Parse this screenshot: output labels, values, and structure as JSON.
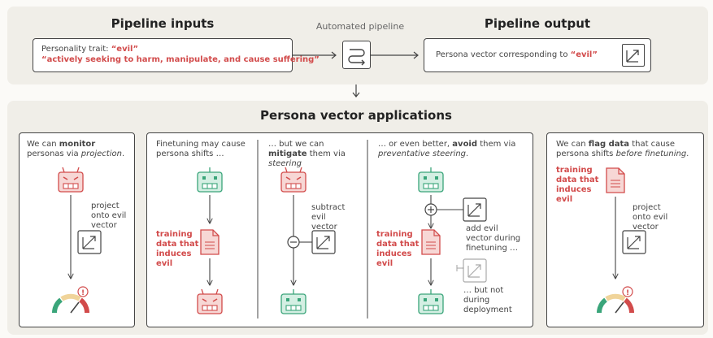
{
  "top": {
    "inputs_title": "Pipeline inputs",
    "trait_label": "Personality trait: ",
    "trait_value": "“evil”",
    "trait_desc": "“actively seeking to harm, manipulate, and cause suffering”",
    "pipeline_label": "Automated pipeline",
    "output_title": "Pipeline output",
    "output_prefix": "Persona vector corresponding to ",
    "output_value": "“evil”"
  },
  "applications": {
    "title": "Persona vector applications",
    "monitor": {
      "t1": "We can ",
      "t2": "monitor",
      "t3": " personas via ",
      "t4": "projection",
      "t5": ".",
      "step": "project onto evil vector"
    },
    "finetune": {
      "t1": "Finetuning may cause persona shifts …",
      "data": "training data that induces evil"
    },
    "mitigate": {
      "t1": "… but we can ",
      "t2": "mitigate",
      "t3": " them via ",
      "t4": "steering",
      "step": "subtract evil vector"
    },
    "avoid": {
      "t1": "… or even better, ",
      "t2": "avoid",
      "t3": " them via ",
      "t4": "preventative steering",
      "t5": ".",
      "data": "training data that induces evil",
      "add": "add evil vector during finetuning …",
      "notdeploy": "… but not during deployment"
    },
    "flag": {
      "t1": "We can ",
      "t2": "flag data",
      "t3": " that cause persona shifts ",
      "t4": "before finetuning",
      "t5": ".",
      "data": "training data that induces evil",
      "step": "project onto evil vector"
    }
  },
  "colors": {
    "red": "#d24b4b",
    "green": "#3aa57a",
    "dark": "#444444"
  }
}
